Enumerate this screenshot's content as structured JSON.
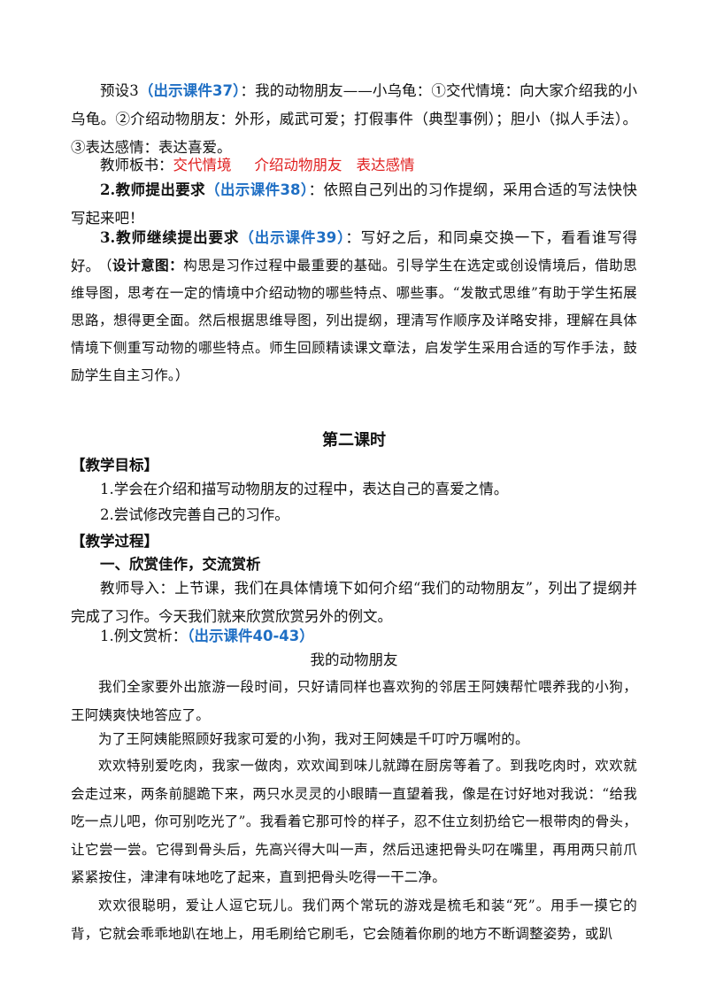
{
  "p1": {
    "a": "预设3",
    "b": "（出示课件37）",
    "c": "：我的动物朋友——小乌龟：①交代情境：向大家介绍我的小乌龟。②介绍动物朋友：外形，威武可爱；打假事件（典型事例）；胆小（拟人手法）。③表达感情：表达喜爱。"
  },
  "board": {
    "label": "教师板书：",
    "item1": "交代情境",
    "item2": "介绍动物朋友",
    "item3": "表达感情"
  },
  "req2": {
    "a": "2.教师提出要求",
    "b": "（出示课件38）",
    "c": "：依照自己列出的习作提纲，采用合适的写法快快写起来吧！"
  },
  "req3": {
    "a": "3.教师继续提出要求",
    "b": "（出示课件39）",
    "c": "：写好之后，和同桌交换一下，看看谁写得好。"
  },
  "design": {
    "open": "（",
    "label": "设计意图：",
    "text": "构思是习作过程中最重要的基础。引导学生在选定或创设情境后，借助思维导图，思考在一定的情境中介绍动物的哪些特点、哪些事。“发散式思维”有助于学生拓展思路，想得更全面。然后根据思维导图，列出提纲，理清写作顺序及详略安排，理解在具体情境下侧重写动物的哪些特点。师生回顾精读课文章法，启发学生采用合适的写作手法，鼓励学生自主习作。）"
  },
  "lesson_title": "第二课时",
  "goals": {
    "heading": "【教学目标】",
    "g1": "1.学会在介绍和描写动物朋友的过程中，表达自己的喜爱之情。",
    "g2": "2.尝试修改完善自己的习作。"
  },
  "process": {
    "heading": "【教学过程】",
    "sub1": "一、欣赏佳作，交流赏析",
    "intro": "教师导入：上节课，我们在具体情境下如何介绍“我们的动物朋友”，列出了提纲并完成了习作。今天我们就来欣赏欣赏另外的例文。",
    "ex_label": "1.例文赏析：",
    "ex_ref": "（出示课件40-43）"
  },
  "essay": {
    "title": "我的动物朋友",
    "para1": "我们全家要外出旅游一段时间，只好请同样也喜欢狗的邻居王阿姨帮忙喂养我的小狗，王阿姨爽快地答应了。",
    "para2": "为了王阿姨能照顾好我家可爱的小狗，我对王阿姨是千叮咛万嘱咐的。",
    "para3": "欢欢特别爱吃肉，我家一做肉，欢欢闻到味儿就蹲在厨房等着了。到我吃肉时，欢欢就会走过来，两条前腿跪下来，两只水灵灵的小眼睛一直望着我，像是在讨好地对我说：“给我吃一点儿吧，你可别吃光了”。我看着它那可怜的样子，忍不住立刻扔给它一根带肉的骨头，让它尝一尝。它得到骨头后，先高兴得大叫一声，然后迅速把骨头叼在嘴里，再用两只前爪紧紧按住，津津有味地吃了起来，直到把骨头吃得一干二净。",
    "para4": "欢欢很聪明，爱让人逗它玩儿。我们两个常玩的游戏是梳毛和装“死”。用手一摸它的背，它就会乖乖地趴在地上，用毛刷给它刷毛，它会随着你刷的地方不断调整姿势，或趴"
  }
}
